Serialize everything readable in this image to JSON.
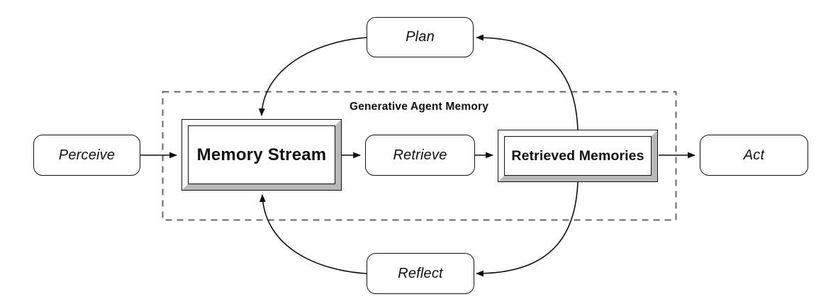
{
  "diagram": {
    "title": "Generative Agent Memory",
    "nodes": {
      "perceive": {
        "label": "Perceive",
        "shape": "rounded"
      },
      "memory_stream": {
        "label": "Memory Stream",
        "shape": "framed"
      },
      "retrieve": {
        "label": "Retrieve",
        "shape": "rounded"
      },
      "retrieved_memories": {
        "label": "Retrieved Memories",
        "shape": "framed"
      },
      "act": {
        "label": "Act",
        "shape": "rounded"
      },
      "plan": {
        "label": "Plan",
        "shape": "rounded"
      },
      "reflect": {
        "label": "Reflect",
        "shape": "rounded"
      }
    },
    "edges": [
      {
        "from": "Perceive",
        "to": "Memory Stream"
      },
      {
        "from": "Memory Stream",
        "to": "Retrieve"
      },
      {
        "from": "Retrieve",
        "to": "Retrieved Memories"
      },
      {
        "from": "Retrieved Memories",
        "to": "Act"
      },
      {
        "from": "Retrieved Memories",
        "to": "Plan"
      },
      {
        "from": "Plan",
        "to": "Memory Stream"
      },
      {
        "from": "Retrieved Memories",
        "to": "Reflect"
      },
      {
        "from": "Reflect",
        "to": "Memory Stream"
      }
    ]
  },
  "colors": {
    "ink": "#111111",
    "line": "#0d0d0d",
    "boundary": "#666666",
    "bevel_light": "#fbfbfb",
    "bevel_dark": "#b9b9b9",
    "node_fill": "#ffffff",
    "bg": "#ffffff"
  }
}
